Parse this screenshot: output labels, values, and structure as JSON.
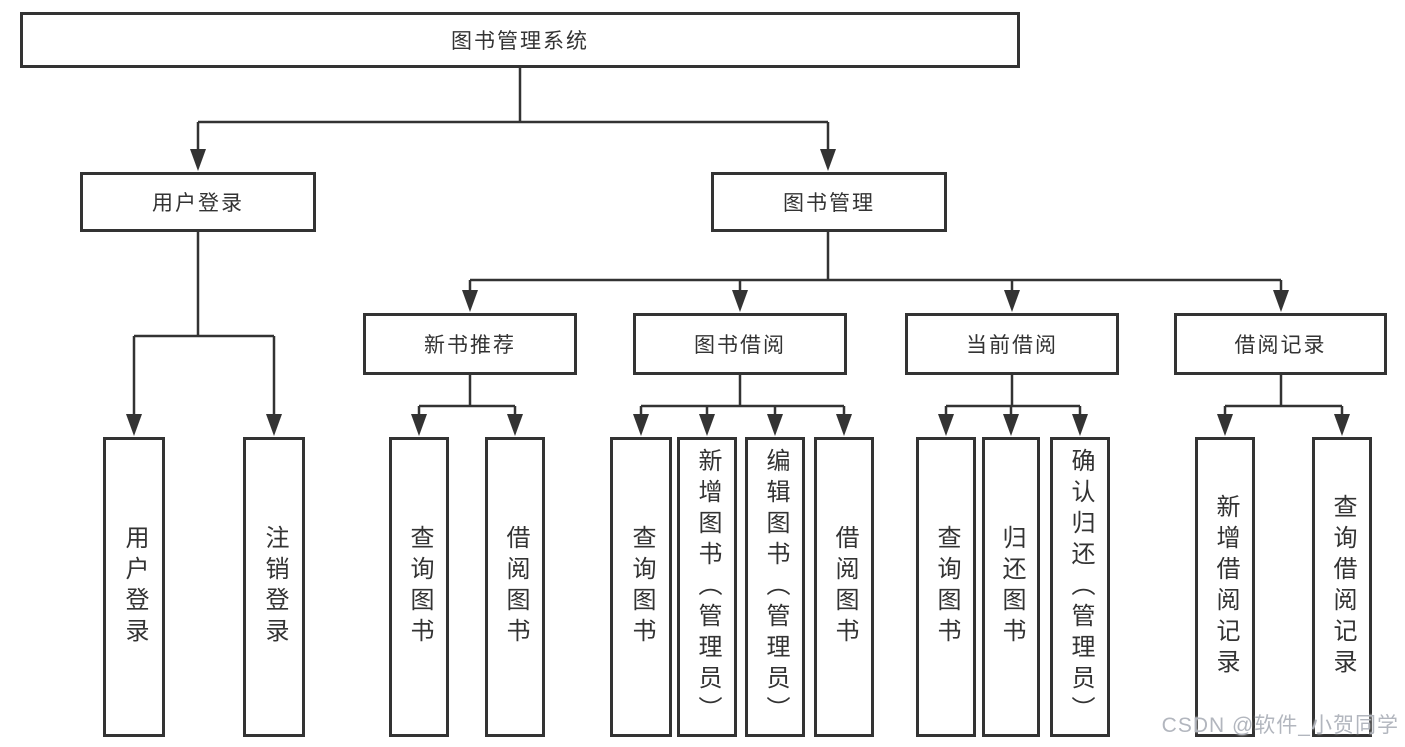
{
  "diagram": {
    "title": "图书管理系统",
    "watermark": "CSDN @软件_小贺同学",
    "colors": {
      "line": "#333333",
      "border": "#333333",
      "text": "#333333",
      "background": "#ffffff",
      "watermark": "#aeb2ba"
    },
    "nodes": {
      "root": {
        "label": "图书管理系统"
      },
      "user_login": {
        "label": "用户登录"
      },
      "book_mgmt": {
        "label": "图书管理"
      },
      "new_book_rec": {
        "label": "新书推荐"
      },
      "book_borrow": {
        "label": "图书借阅"
      },
      "current_borrow": {
        "label": "当前借阅"
      },
      "borrow_records": {
        "label": "借阅记录"
      },
      "leaf_user_login": {
        "label": "用户登录"
      },
      "leaf_logout": {
        "label": "注销登录"
      },
      "leaf_query_books_1": {
        "label": "查询图书"
      },
      "leaf_borrow_books_1": {
        "label": "借阅图书"
      },
      "leaf_query_books_2": {
        "label": "查询图书"
      },
      "leaf_add_books_admin": {
        "label": "新增图书（管理员）"
      },
      "leaf_edit_books_admin": {
        "label": "编辑图书（管理员）"
      },
      "leaf_borrow_books_2": {
        "label": "借阅图书"
      },
      "leaf_query_books_3": {
        "label": "查询图书"
      },
      "leaf_return_books": {
        "label": "归还图书"
      },
      "leaf_confirm_return_admin": {
        "label": "确认归还（管理员）"
      },
      "leaf_add_borrow_record": {
        "label": "新增借阅记录"
      },
      "leaf_query_borrow_record": {
        "label": "查询借阅记录"
      }
    },
    "hierarchy": [
      {
        "parent": "root",
        "children": [
          "user_login",
          "book_mgmt"
        ]
      },
      {
        "parent": "user_login",
        "children": [
          "leaf_user_login",
          "leaf_logout"
        ]
      },
      {
        "parent": "book_mgmt",
        "children": [
          "new_book_rec",
          "book_borrow",
          "current_borrow",
          "borrow_records"
        ]
      },
      {
        "parent": "new_book_rec",
        "children": [
          "leaf_query_books_1",
          "leaf_borrow_books_1"
        ]
      },
      {
        "parent": "book_borrow",
        "children": [
          "leaf_query_books_2",
          "leaf_add_books_admin",
          "leaf_edit_books_admin",
          "leaf_borrow_books_2"
        ]
      },
      {
        "parent": "current_borrow",
        "children": [
          "leaf_query_books_3",
          "leaf_return_books",
          "leaf_confirm_return_admin"
        ]
      },
      {
        "parent": "borrow_records",
        "children": [
          "leaf_add_borrow_record",
          "leaf_query_borrow_record"
        ]
      }
    ]
  }
}
